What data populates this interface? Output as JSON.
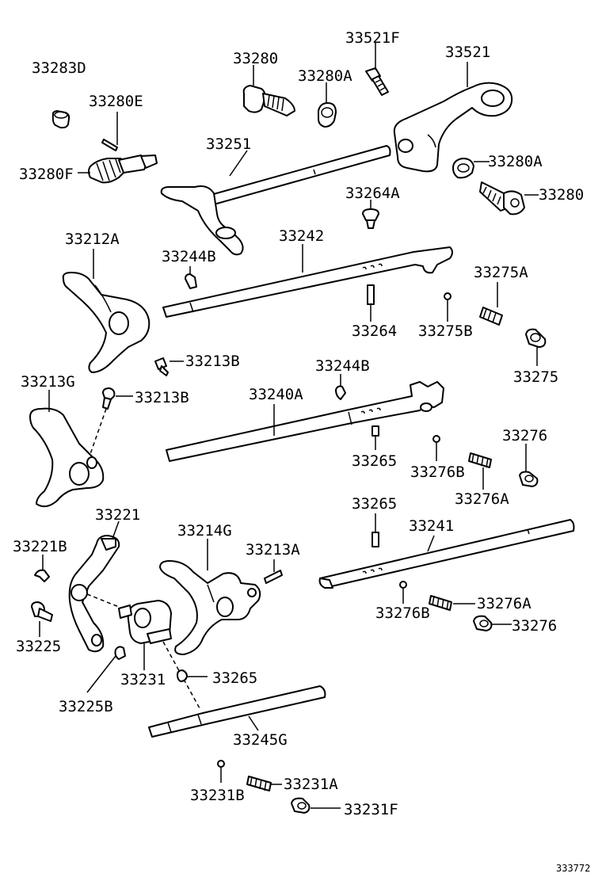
{
  "colors": {
    "line": "#000000",
    "background": "#ffffff"
  },
  "labels": {
    "p33521F": "33521F",
    "p33521": "33521",
    "p33283D": "33283D",
    "p33280_top": "33280",
    "p33280A_top": "33280A",
    "p33280E": "33280E",
    "p33251": "33251",
    "p33280F": "33280F",
    "p33280A_right": "33280A",
    "p33264A": "33264A",
    "p33280_right": "33280",
    "p33212A": "33212A",
    "p33242": "33242",
    "p33244B_top": "33244B",
    "p33275A": "33275A",
    "p33264": "33264",
    "p33275B": "33275B",
    "p33213B_a": "33213B",
    "p33275": "33275",
    "p33244B_mid": "33244B",
    "p33213G": "33213G",
    "p33213B_b": "33213B",
    "p33240A": "33240A",
    "p33276_top": "33276",
    "p33265_a": "33265",
    "p33276B_a": "33276B",
    "p33276A_a": "33276A",
    "p33221": "33221",
    "p33265_b": "33265",
    "p33214G": "33214G",
    "p33241": "33241",
    "p33221B": "33221B",
    "p33213A": "33213A",
    "p33276A_b": "33276A",
    "p33225": "33225",
    "p33276B_b": "33276B",
    "p33276_bottom": "33276",
    "p33231": "33231",
    "p33265_c": "33265",
    "p33225B": "33225B",
    "p33245G": "33245G",
    "p33231A": "33231A",
    "p33231B": "33231B",
    "p33231F": "33231F",
    "diagram_id": "333772"
  }
}
